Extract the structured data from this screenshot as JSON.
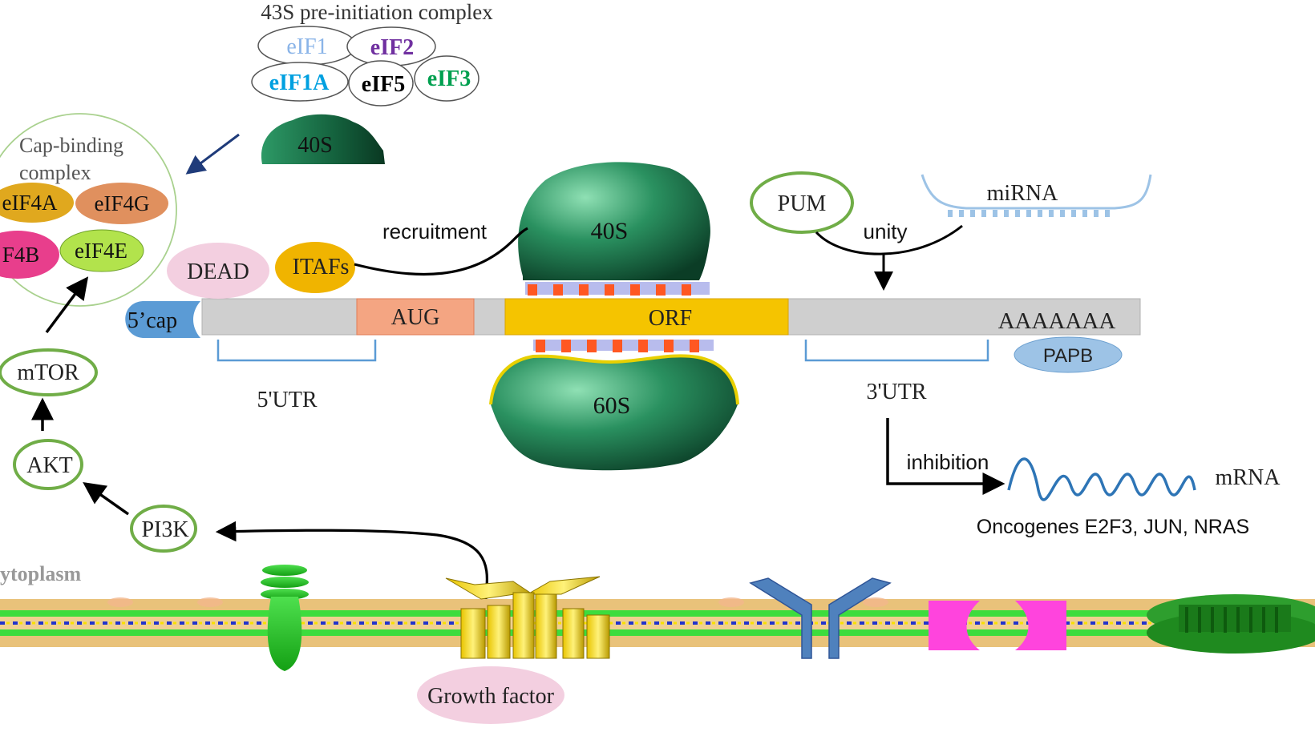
{
  "title": "43S pre-initiation complex",
  "initiation_factors": {
    "eif1": "eIF1",
    "eif2": "eIF2",
    "eif1a": "eIF1A",
    "eif5": "eIF5",
    "eif3": "eIF3"
  },
  "ribosome": {
    "small_subunit_top": "40S",
    "small_subunit_bound": "40S",
    "large_subunit": "60S"
  },
  "cap_binding_complex": {
    "label": [
      "Cap-binding",
      "complex"
    ],
    "eif4a": "eIF4A",
    "eif4g": "eIF4G",
    "eif4b": "F4B",
    "eif4e": "eIF4E"
  },
  "mrna_strand": {
    "cap": "5’cap",
    "start_codon": "AUG",
    "orf": "ORF",
    "poly_a": "AAAAAAA",
    "papb": "PAPB",
    "utr5": "5'UTR",
    "utr3": "3'UTR"
  },
  "proteins": {
    "dead": "DEAD",
    "itafs": "ITAFs",
    "pum": "PUM",
    "mirna": "miRNA"
  },
  "process_labels": {
    "recruitment": "recruitment",
    "unity": "unity",
    "inhibition": "inhibition"
  },
  "target_mrna": {
    "label": "mRNA",
    "oncogenes": "Oncogenes E2F3, JUN, NRAS"
  },
  "signaling": {
    "mtor": "mTOR",
    "akt": "AKT",
    "pi3k": "PI3K",
    "growth_factor": "Growth factor",
    "cytoplasm": "ytoplasm"
  },
  "colors": {
    "ribosome": "#1e7a4e",
    "orf": "#f5c400",
    "aug": "#f4a582",
    "strand": "#cfcfcf",
    "cap": "#5b9bd5",
    "node_ring": "#70ad47"
  }
}
